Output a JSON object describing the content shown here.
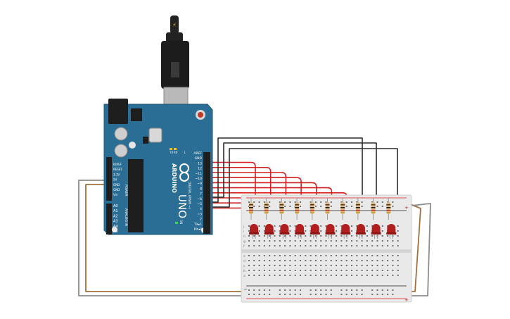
{
  "board": {
    "brand": "ARDUINO",
    "model": "UNO",
    "header_left_top": [
      "IOREF",
      "RESET",
      "3.3V",
      "5V",
      "GND",
      "GND",
      "Vin"
    ],
    "power_label": "POWER",
    "analog_label": "ANALOG IN",
    "analog_pins": [
      "A0",
      "A1",
      "A2",
      "A3",
      "A4",
      "A5"
    ],
    "digital_pins": [
      "AREF",
      "GND",
      "13",
      "12",
      "~11",
      "~10",
      "~9",
      "8",
      "7",
      "~6",
      "~5",
      "4",
      "~3",
      "2",
      "TX▸1",
      "RX◂0"
    ],
    "digital_label": "DIGITAL (PWM ~)",
    "led_labels": [
      "TX",
      "RX",
      "L"
    ],
    "on_label": "ON"
  },
  "usb": {
    "lightning": "⚡"
  },
  "breadboard": {
    "row_letters_top": [
      "j",
      "i",
      "h",
      "g",
      "f"
    ],
    "row_letters_bottom": [
      "e",
      "d",
      "c",
      "b",
      "a"
    ],
    "rail_plus": "+",
    "rail_minus": "−",
    "columns": 30
  },
  "circuit": {
    "led_count": 10,
    "colors": {
      "board": "#2b6e95",
      "board_dark": "#1f5473",
      "led": "#b01e1e",
      "wire_red": "#d42020",
      "wire_black": "#2b2b2b",
      "wire_brown": "#a2703e",
      "wire_gray": "#8c8c8c"
    }
  }
}
